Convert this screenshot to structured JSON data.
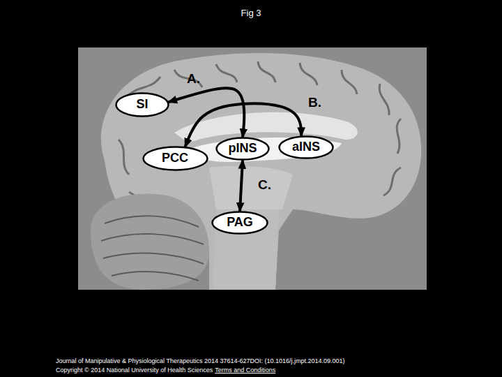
{
  "diagram": {
    "title": "Fig 3",
    "nodes": [
      {
        "text": [
          "SI"
        ]
      },
      {
        "text": [
          "PCC"
        ]
      },
      {
        "text": [
          "pINS"
        ]
      },
      {
        "text": [
          "aINS"
        ]
      },
      {
        "text": [
          "PAG"
        ]
      }
    ],
    "edges": [
      {
        "from": 0,
        "to": 2,
        "arrow": "both",
        "label": "A."
      },
      {
        "from": 1,
        "to": 3,
        "arrow": "both",
        "label": "B."
      },
      {
        "from": 2,
        "to": 4,
        "arrow": "both",
        "label": "C."
      }
    ],
    "labels": [
      "Journal of Manipulative & Physiological Therapeutics 2014 37614-627DOI: (10.1016/j.jmpt.2014.09.001)",
      "Copyright © 2014 National University of Health Sciences",
      "Terms and Conditions"
    ]
  }
}
